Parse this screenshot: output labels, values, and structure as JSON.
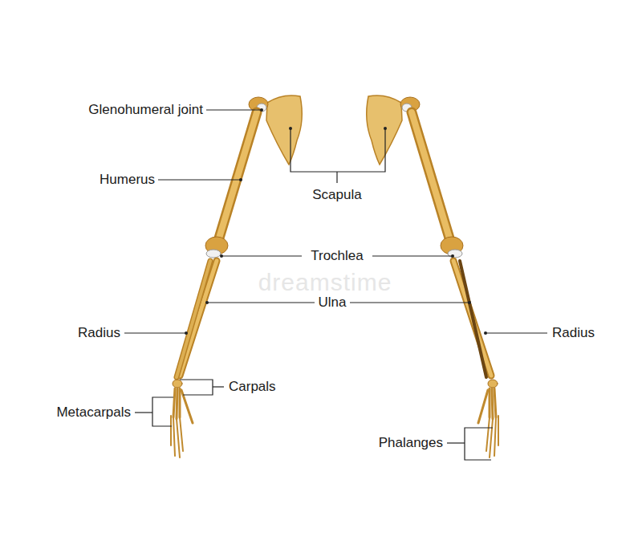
{
  "diagram": {
    "labels": [
      "Glenohumeral joint",
      "Humerus",
      "Scapula",
      "Trochlea",
      "Ulna",
      "Radius",
      "Radius",
      "Carpals",
      "Metacarpals",
      "Phalanges",
      "dreamstime"
    ]
  }
}
